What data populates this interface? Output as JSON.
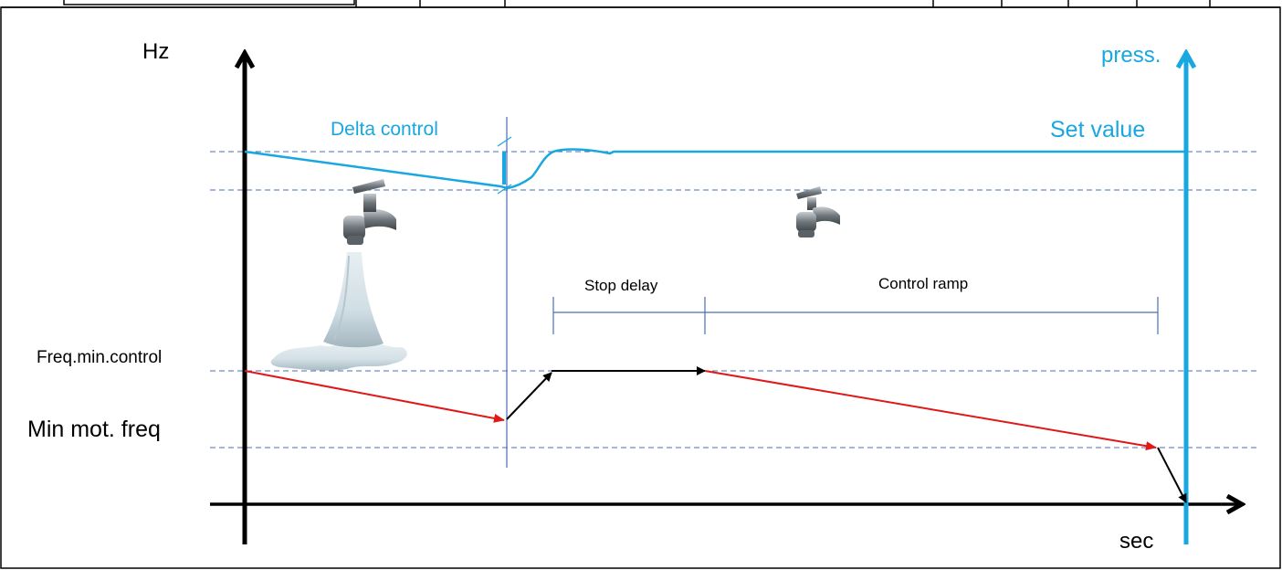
{
  "labels": {
    "y_axis_left": "Hz",
    "y_axis_right": "press.",
    "x_axis": "sec",
    "delta_control": "Delta control",
    "set_value": "Set value",
    "stop_delay": "Stop delay",
    "control_ramp": "Control ramp",
    "freq_min_control": "Freq.min.control",
    "min_mot_freq": "Min mot. freq"
  },
  "icons": {
    "open_tap": "open-tap-running-water-icon",
    "closed_tap": "closed-tap-icon"
  },
  "colors": {
    "pressure": "#19a7e0",
    "frequency_ramp": "#e11818",
    "frequency_step": "#000000",
    "guide_lines": "#4a6fb5",
    "label_blue": "#19a7e0"
  }
}
